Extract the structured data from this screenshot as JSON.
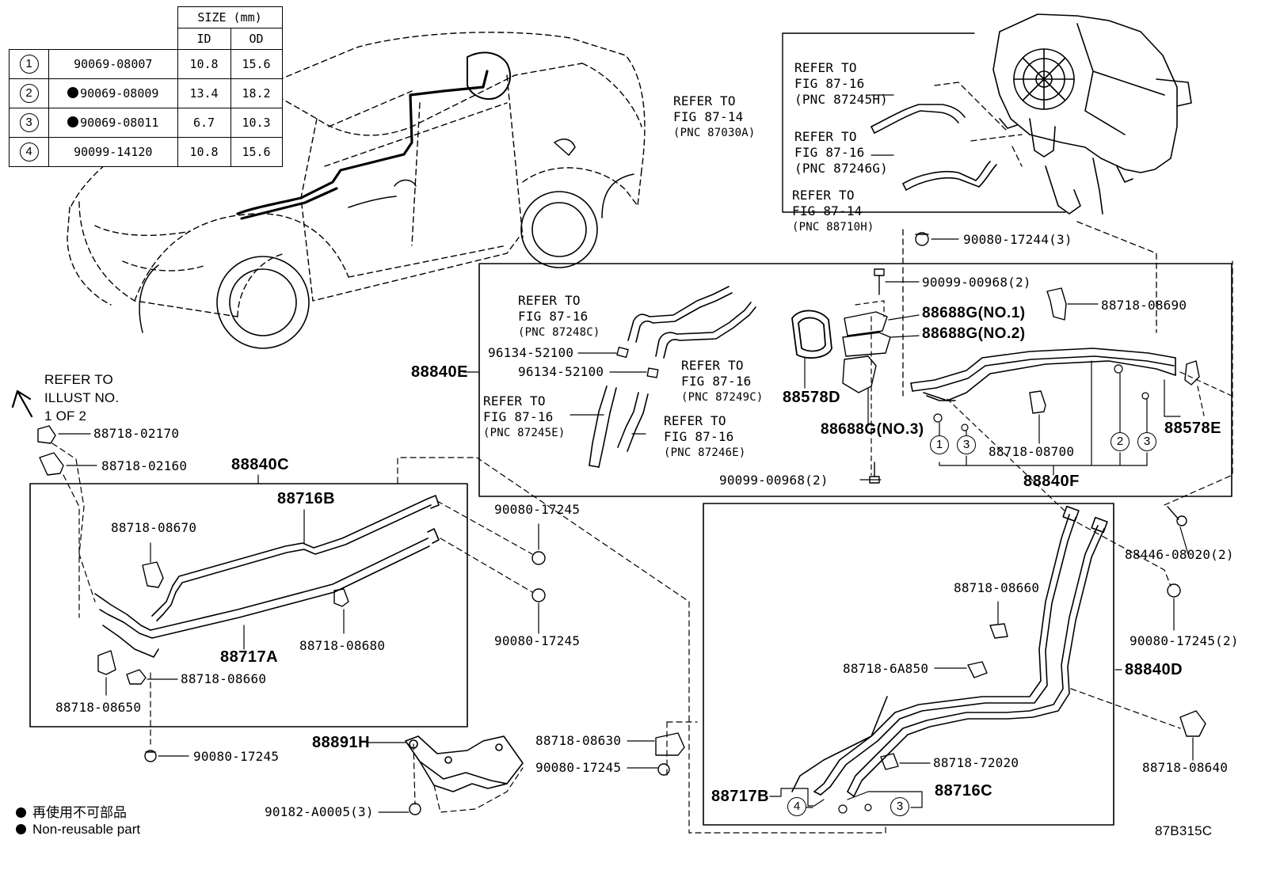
{
  "size_table": {
    "header": "SIZE (mm)",
    "col_id": "ID",
    "col_od": "OD",
    "rows": [
      {
        "no": "1",
        "part": "90069-08007",
        "nonreusable": false,
        "id": "10.8",
        "od": "15.6"
      },
      {
        "no": "2",
        "part": "90069-08009",
        "nonreusable": true,
        "id": "13.4",
        "od": "18.2"
      },
      {
        "no": "3",
        "part": "90069-08011",
        "nonreusable": true,
        "id": "6.7",
        "od": "10.3"
      },
      {
        "no": "4",
        "part": "90099-14120",
        "nonreusable": false,
        "id": "10.8",
        "od": "15.6"
      }
    ]
  },
  "refer_illust": {
    "line1": "REFER TO",
    "line2": "ILLUST NO.",
    "line3": "1 OF 2"
  },
  "top_refs": {
    "r87030a": {
      "l1": "REFER TO",
      "l2": "FIG 87-14",
      "l3": "(PNC 87030A)"
    },
    "r87245h": {
      "l1": "REFER TO",
      "l2": "FIG 87-16",
      "l3": "(PNC 87245H)"
    },
    "r87246g": {
      "l1": "REFER TO",
      "l2": "FIG 87-16",
      "l3": "(PNC 87246G)"
    },
    "r88710h": {
      "l1": "REFER TO",
      "l2": "FIG 87-14",
      "l3": "(PNC 88710H)"
    }
  },
  "box_e_refs": {
    "r87248c": {
      "l1": "REFER TO",
      "l2": "FIG 87-16",
      "l3": "(PNC 87248C)"
    },
    "r87249c": {
      "l1": "REFER TO",
      "l2": "FIG 87-16",
      "l3": "(PNC 87249C)"
    },
    "r87245e": {
      "l1": "REFER TO",
      "l2": "FIG 87-16",
      "l3": "(PNC 87245E)"
    },
    "r87246e": {
      "l1": "REFER TO",
      "l2": "FIG 87-16",
      "l3": "(PNC 87246E)"
    }
  },
  "parts": {
    "p90080_17244": "90080-17244(3)",
    "p90099_00968_top": "90099-00968(2)",
    "p88688g_1": "88688G(NO.1)",
    "p88688g_2": "88688G(NO.2)",
    "p88718_08690": "88718-08690",
    "p96134_a": "96134-52100",
    "p96134_b": "96134-52100",
    "p88840e": "88840E",
    "p88578d": "88578D",
    "p88688g_3": "88688G(NO.3)",
    "p88718_08700": "88718-08700",
    "p88578e": "88578E",
    "p88840f": "88840F",
    "p90099_00968_bot": "90099-00968(2)",
    "p88718_02170": "88718-02170",
    "p88718_02160": "88718-02160",
    "p88840c": "88840C",
    "p88716b": "88716B",
    "p88718_08670": "88718-08670",
    "p90080_17245_a": "90080-17245",
    "p90080_17245_b": "90080-17245",
    "p88717a": "88717A",
    "p88718_08680": "88718-08680",
    "p88718_08660_c": "88718-08660",
    "p88718_08650": "88718-08650",
    "p88446": "88446-08020(2)",
    "p88718_08660_d": "88718-08660",
    "p90080_17245_2": "90080-17245(2)",
    "p88718_6a850": "88718-6A850",
    "p88840d": "88840D",
    "p88718_08640": "88718-08640",
    "p88891h": "88891H",
    "p88718_08630": "88718-08630",
    "p90080_17245_c": "90080-17245",
    "p90080_17245_d": "90080-17245",
    "p88718_72020": "88718-72020",
    "p88717b": "88717B",
    "p88716c": "88716C",
    "p90182": "90182-A0005(3)"
  },
  "callouts": {
    "c1": "1",
    "c2": "2",
    "c3": "3",
    "c4": "4"
  },
  "legend": {
    "jp": "再使用不可部品",
    "en": "Non-reusable part"
  },
  "figure_code": "87B315C"
}
